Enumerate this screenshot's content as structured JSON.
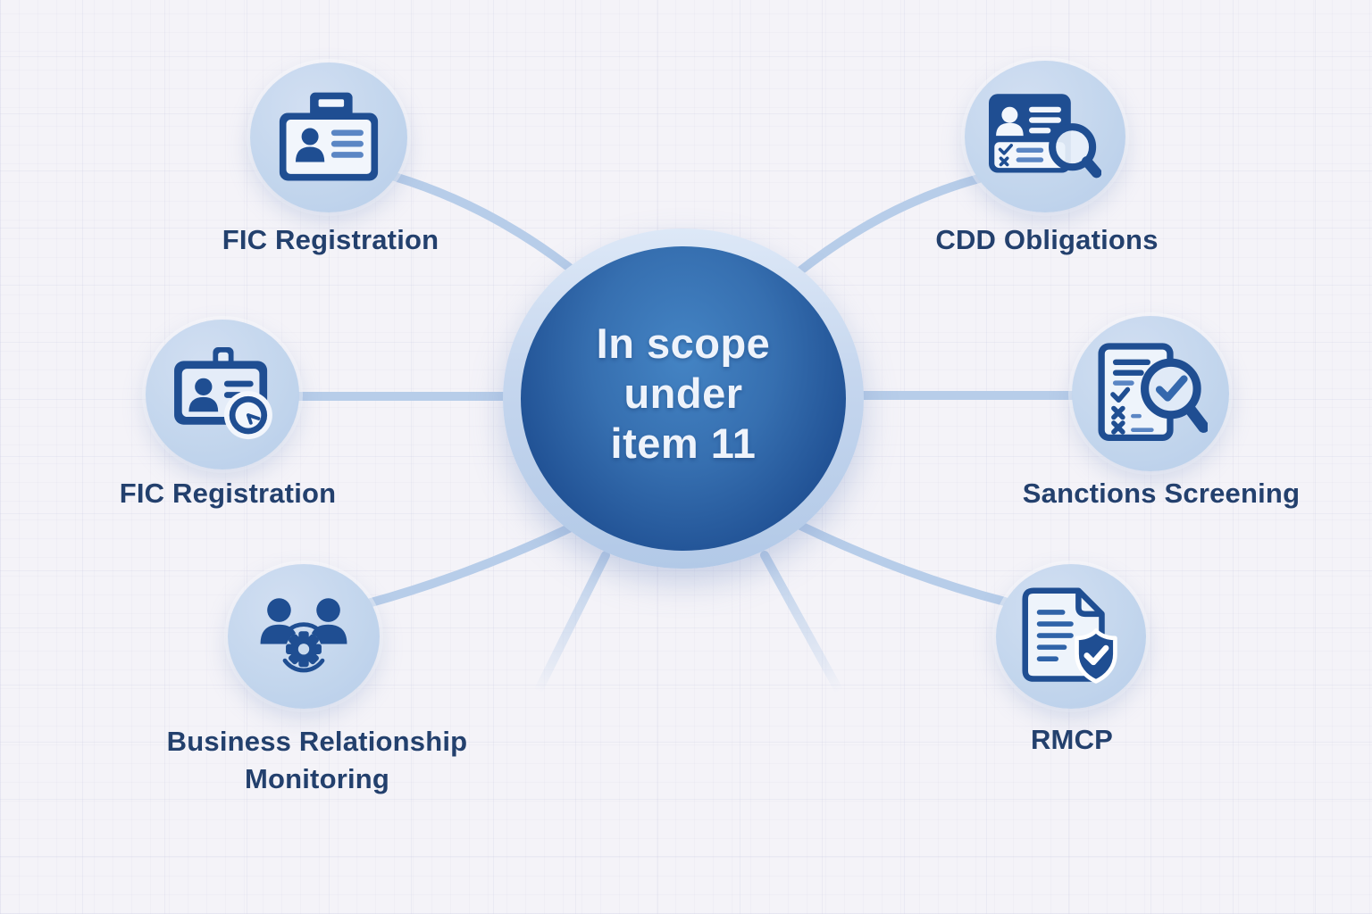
{
  "diagram": {
    "center": {
      "line1": "In scope",
      "line2": "under",
      "line3": "item 11"
    },
    "nodes": [
      {
        "id": "fic-registration-top",
        "label": "FIC Registration",
        "icon": "id-card-icon"
      },
      {
        "id": "fic-registration-mid",
        "label": "FIC Registration",
        "icon": "id-badge-clock-icon"
      },
      {
        "id": "business-relationship-monitoring",
        "label": "Business Relationship Monitoring",
        "icon": "people-gear-icon"
      },
      {
        "id": "cdd-obligations",
        "label": "CDD Obligations",
        "icon": "id-card-magnifier-icon"
      },
      {
        "id": "sanctions-screening",
        "label": "Sanctions Screening",
        "icon": "checklist-magnifier-icon"
      },
      {
        "id": "rmcp",
        "label": "RMCP",
        "icon": "document-shield-icon"
      }
    ],
    "colors": {
      "background": "#f4f3f8",
      "hub_dark": "#1b4385",
      "hub_light": "#4484c4",
      "hub_ring": "#c5d6ee",
      "node_fill": "#c3d6ed",
      "icon_blue": "#1f4e92",
      "icon_medium_blue": "#5b86c4",
      "connector": "#b7cde9",
      "label_text": "#23406d",
      "center_text": "#eef3fb"
    }
  }
}
